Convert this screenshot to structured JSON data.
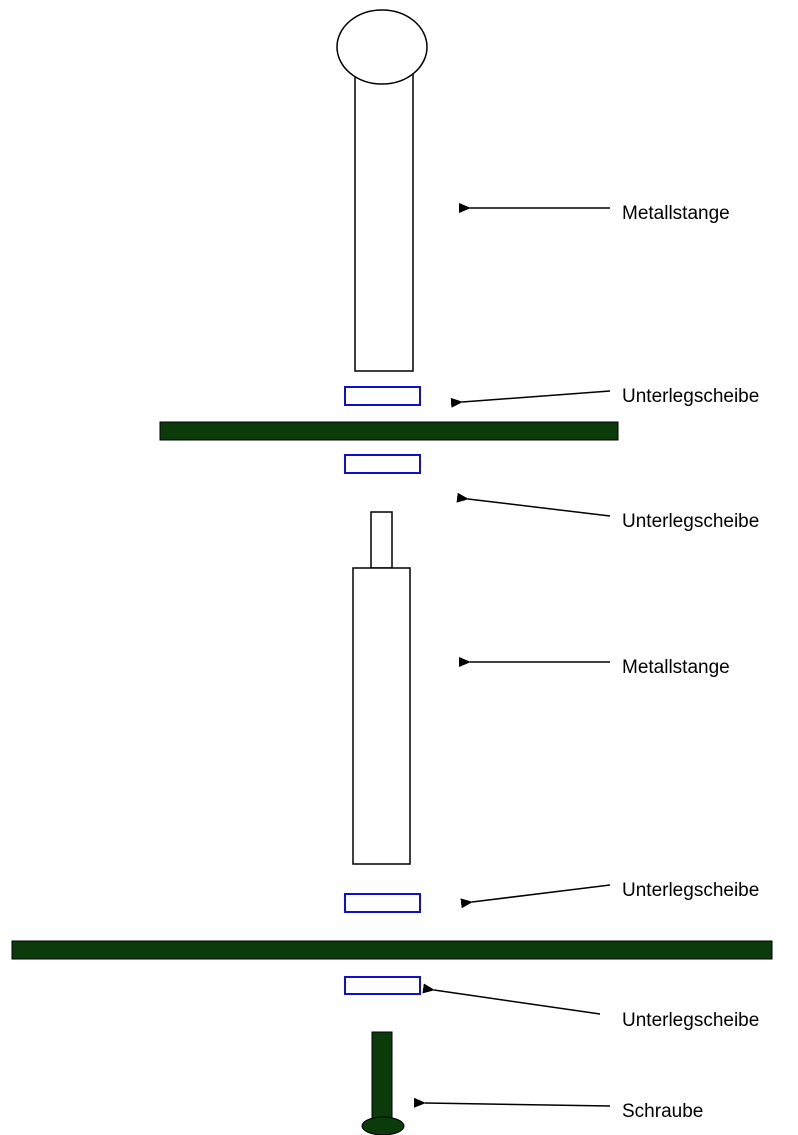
{
  "labels": {
    "rod_top": "Metallstange",
    "washer_1": "Unterlegscheibe",
    "washer_2": "Unterlegscheibe",
    "rod_bottom": "Metallstange",
    "washer_3": "Unterlegscheibe",
    "washer_4": "Unterlegscheibe",
    "screw": "Schraube"
  },
  "colors": {
    "plate": "#0b3a0b",
    "washer_stroke": "#1010cc",
    "outline": "#000000"
  }
}
